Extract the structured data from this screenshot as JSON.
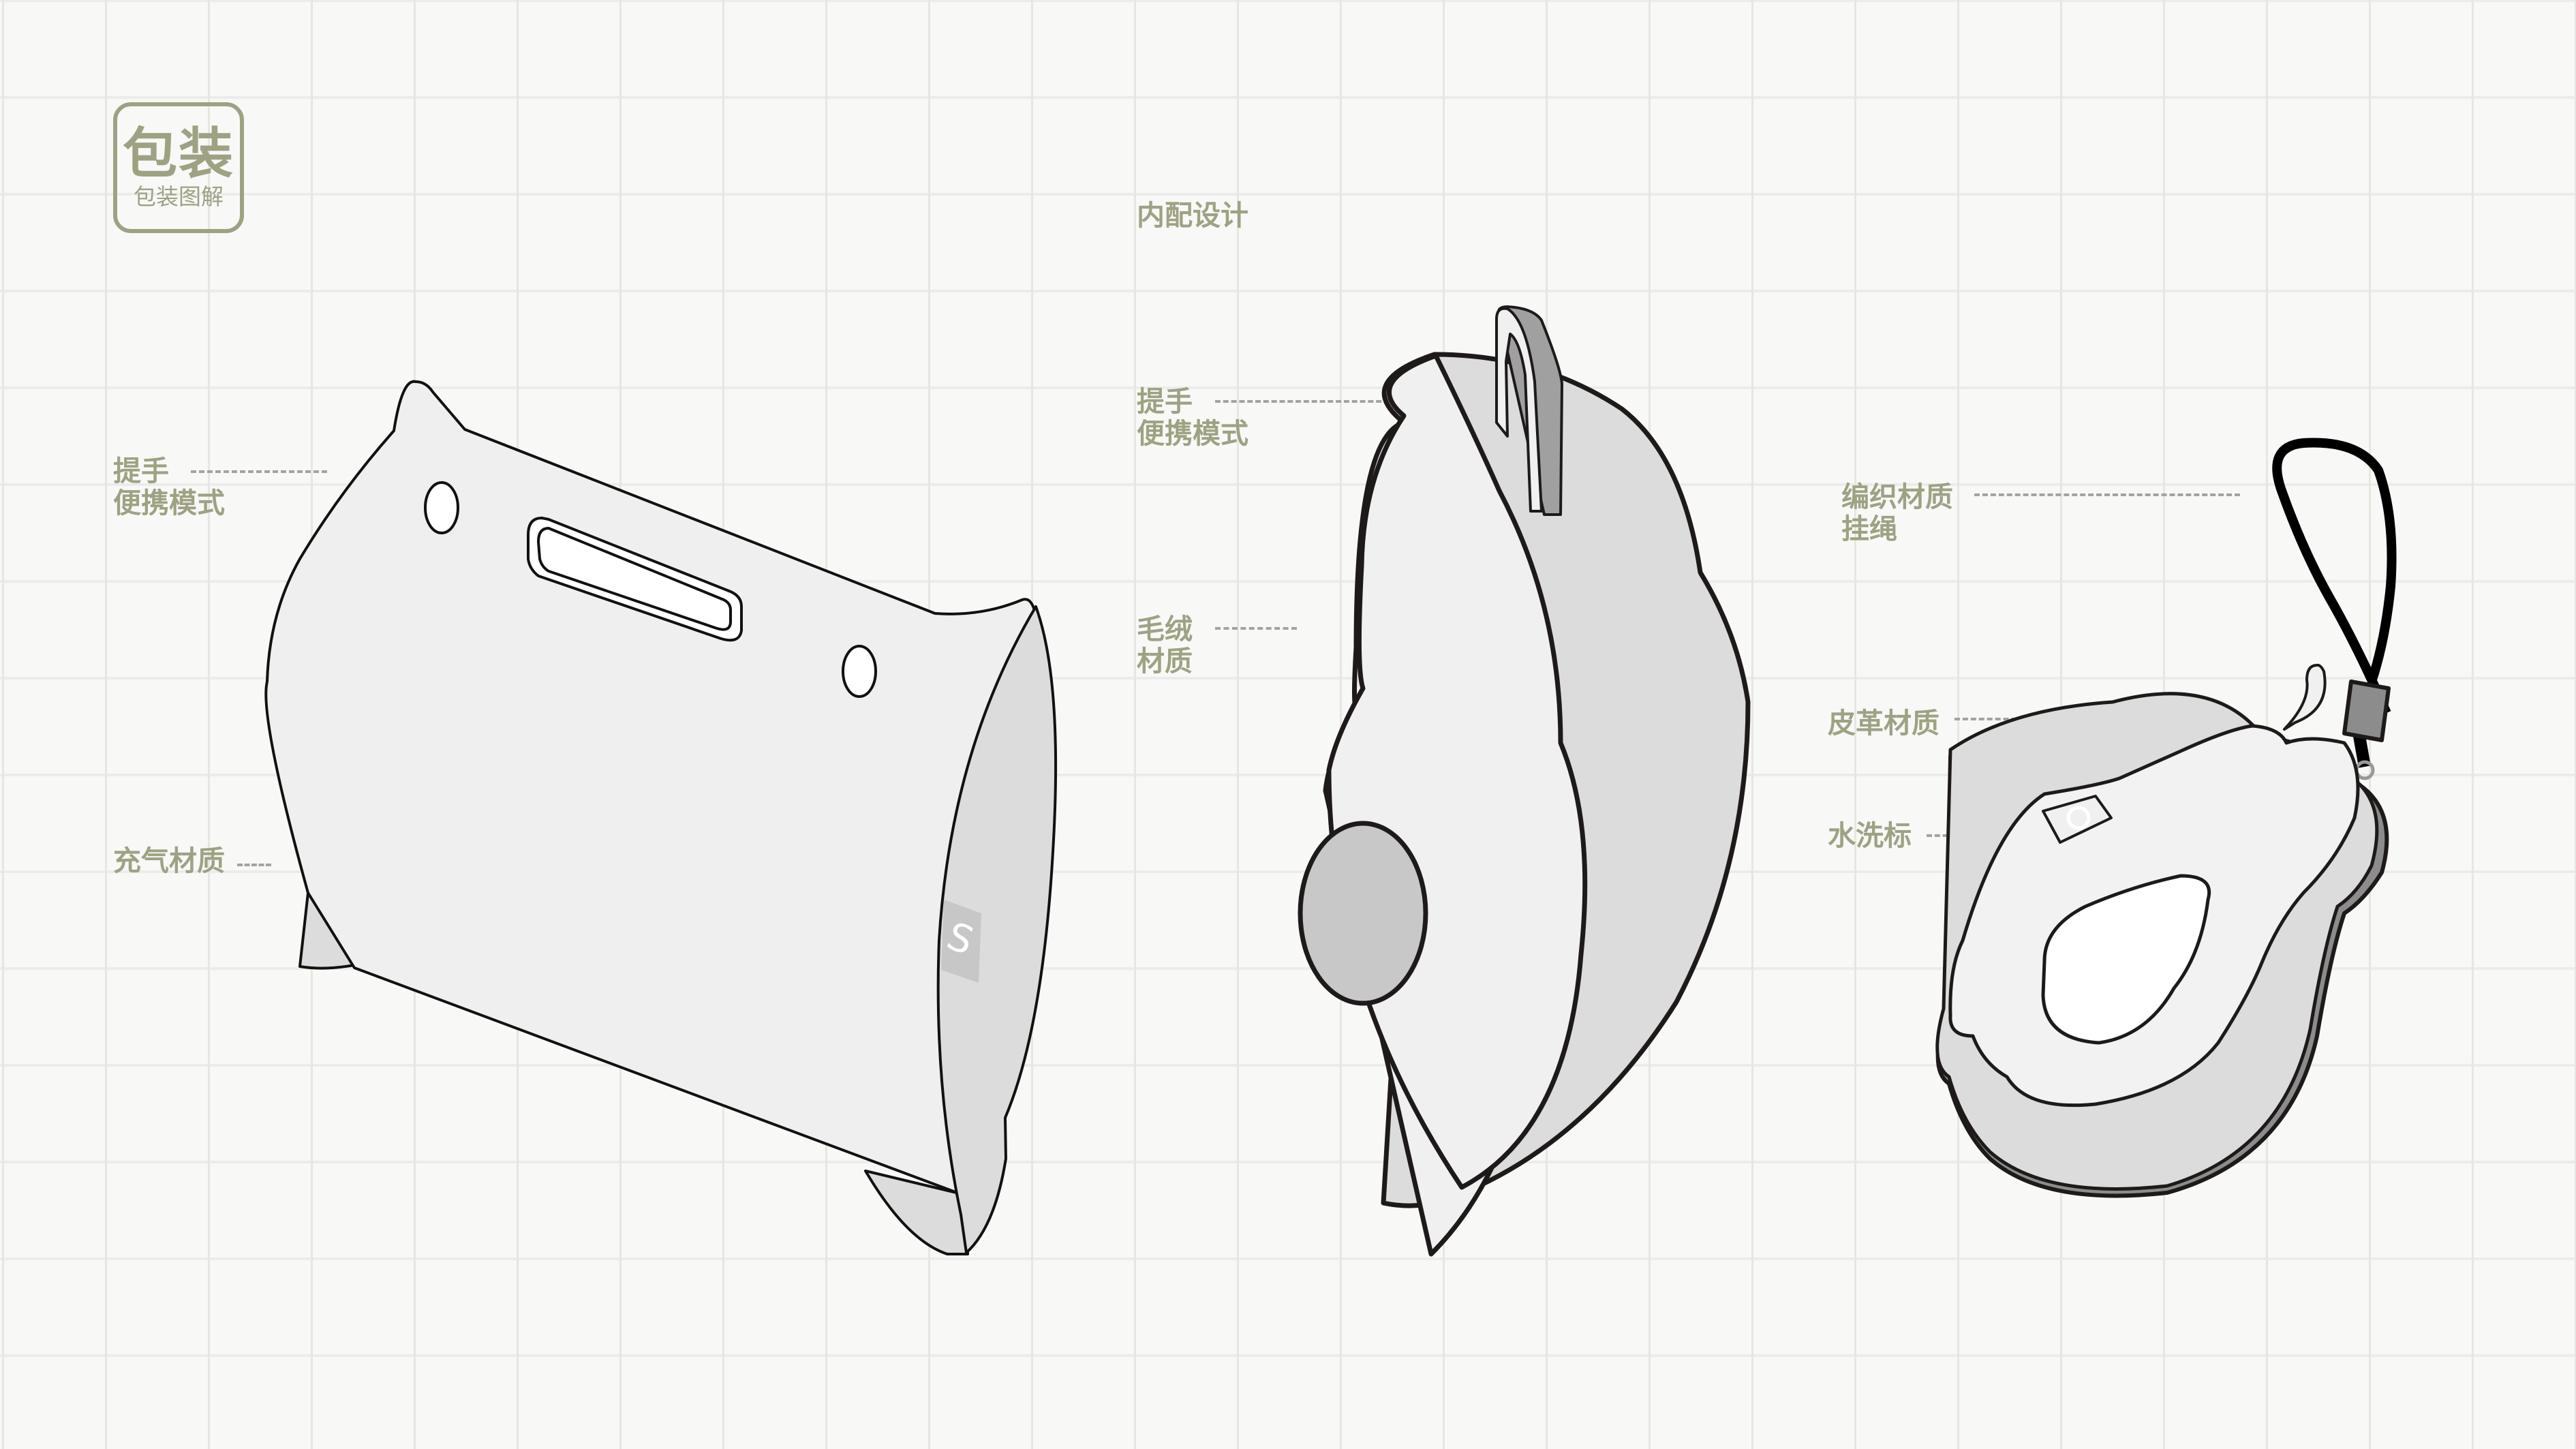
{
  "badge": {
    "title": "包装",
    "subtitle": "包装图解",
    "color": "#9ea283"
  },
  "sections": {
    "inner_design": "内配设计"
  },
  "pillow_box": {
    "labels": [
      {
        "id": "handle",
        "line1": "提手",
        "line2": "便携模式"
      },
      {
        "id": "inflatable",
        "line1": "充气材质",
        "line2": ""
      }
    ]
  },
  "plush_toy": {
    "labels": [
      {
        "id": "handle",
        "line1": "提手",
        "line2": "便携模式"
      },
      {
        "id": "plush",
        "line1": "毛绒",
        "line2": "材质"
      }
    ]
  },
  "pear_pouch": {
    "labels": [
      {
        "id": "strap",
        "line1": "编织材质",
        "line2": "挂绳"
      },
      {
        "id": "leather",
        "line1": "皮革材质",
        "line2": ""
      },
      {
        "id": "wash_label",
        "line1": "水洗标",
        "line2": ""
      }
    ]
  },
  "colors": {
    "label_text": "#9ea283",
    "leader_line": "#a3a3a3",
    "outline": "#1e1a1a",
    "fill_light": "#f0f0f0",
    "fill_mid": "#dcdcdc",
    "fill_dark": "#c8c8c8",
    "fill_accent": "#8c8c8c"
  },
  "icons": [
    "recycle-icon",
    "recycle-icon",
    "recycle-icon"
  ]
}
